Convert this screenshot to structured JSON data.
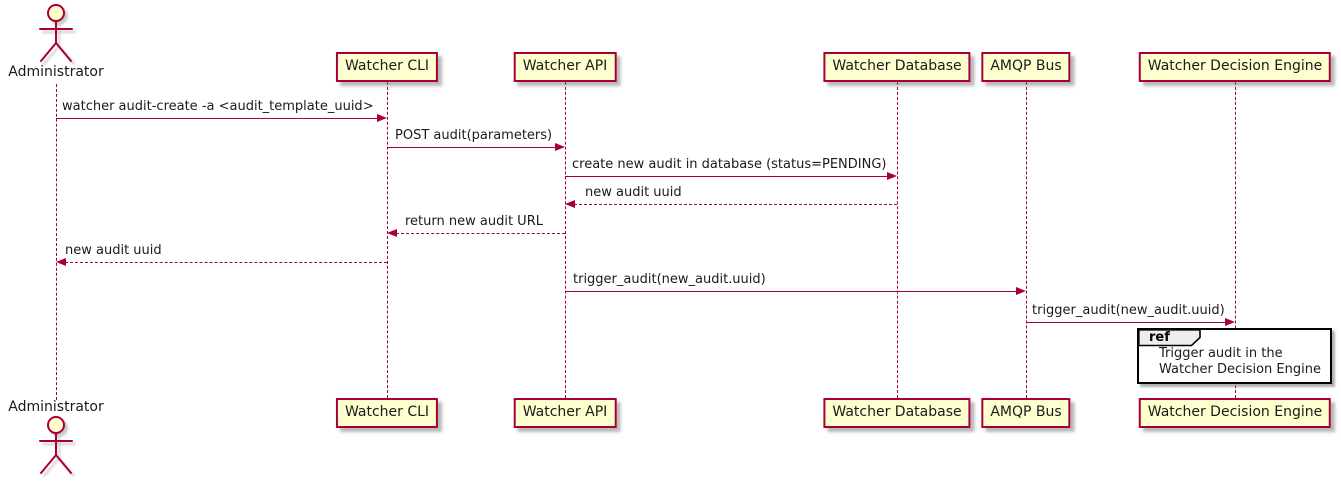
{
  "diagram": {
    "type": "uml-sequence",
    "colors": {
      "stroke": "#A80036",
      "participant_fill": "#FEFECE",
      "text": "#1b1b1b",
      "ref_border": "#000000",
      "ref_header_fill": "#EEEEEE",
      "background": "#FFFFFF"
    },
    "actor": {
      "name": "Administrator"
    },
    "participants": [
      {
        "label": "Watcher CLI"
      },
      {
        "label": "Watcher API"
      },
      {
        "label": "Watcher Database"
      },
      {
        "label": "AMQP Bus"
      },
      {
        "label": "Watcher Decision Engine"
      }
    ],
    "messages": [
      {
        "from": "Administrator",
        "to": "Watcher CLI",
        "style": "solid",
        "label": "watcher audit-create -a <audit_template_uuid>"
      },
      {
        "from": "Watcher CLI",
        "to": "Watcher API",
        "style": "solid",
        "label": "POST audit(parameters)"
      },
      {
        "from": "Watcher API",
        "to": "Watcher Database",
        "style": "solid",
        "label": "create new audit in database (status=PENDING)"
      },
      {
        "from": "Watcher Database",
        "to": "Watcher API",
        "style": "dashed",
        "label": "new audit uuid"
      },
      {
        "from": "Watcher API",
        "to": "Watcher CLI",
        "style": "dashed",
        "label": "return new audit URL"
      },
      {
        "from": "Watcher CLI",
        "to": "Administrator",
        "style": "dashed",
        "label": "new audit uuid"
      },
      {
        "from": "Watcher API",
        "to": "AMQP Bus",
        "style": "solid",
        "label": "trigger_audit(new_audit.uuid)"
      },
      {
        "from": "AMQP Bus",
        "to": "Watcher Decision Engine",
        "style": "solid",
        "label": "trigger_audit(new_audit.uuid)"
      }
    ],
    "ref": {
      "keyword": "ref",
      "lines": [
        "Trigger audit in the",
        "Watcher Decision Engine"
      ]
    }
  }
}
